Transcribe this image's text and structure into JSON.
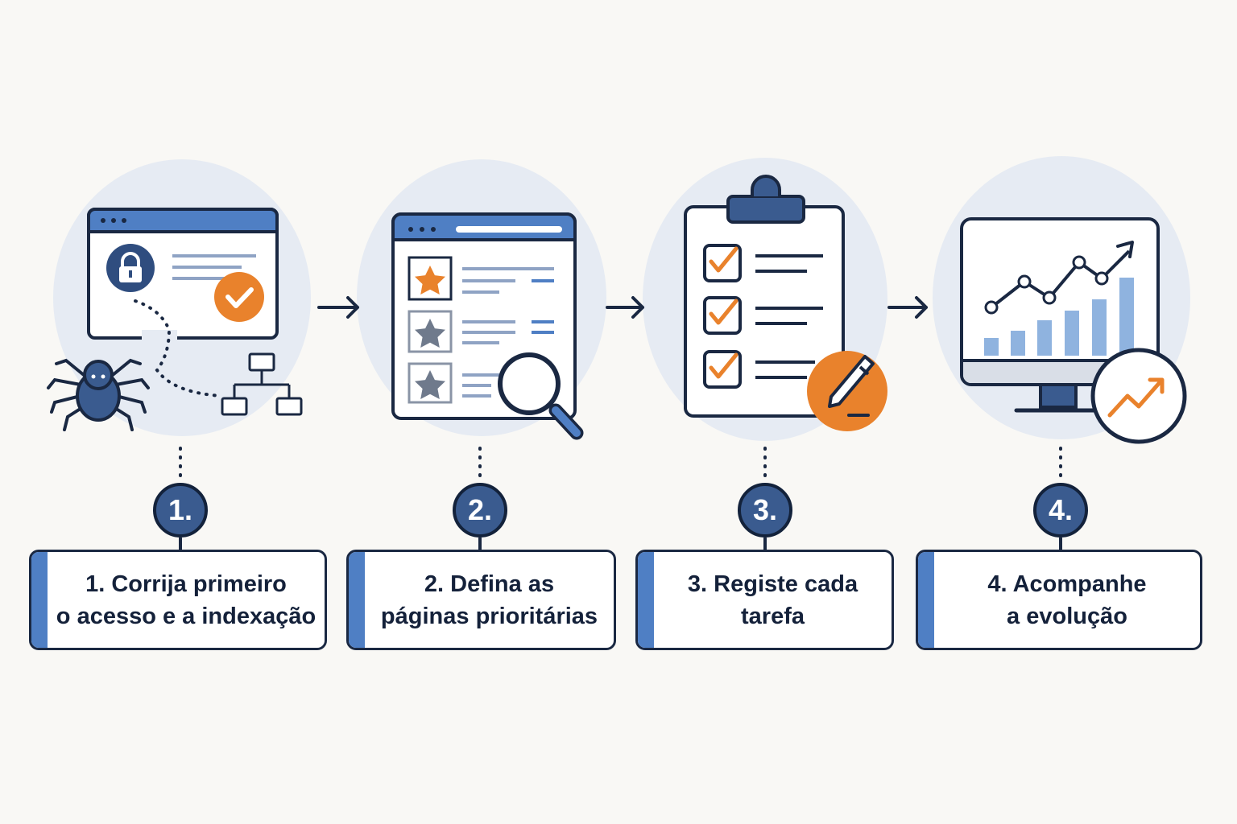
{
  "steps": [
    {
      "number": "1.",
      "line1": "1. Corrija primeiro",
      "line2": "o acesso e a indexação"
    },
    {
      "number": "2.",
      "line1": "2. Defina as",
      "line2": "páginas prioritárias"
    },
    {
      "number": "3.",
      "line1": "3. Registe cada",
      "line2": "tarefa"
    },
    {
      "number": "4.",
      "line1": "4. Acompanhe",
      "line2": "a evolução"
    }
  ],
  "colors": {
    "navy": "#1a2842",
    "blue": "#4f7fc4",
    "light_blue": "#8fb3df",
    "orange": "#e9822c",
    "halo": "#e6ebf3",
    "background": "#f9f8f5"
  },
  "icons": [
    "spider-icon",
    "lock-icon",
    "check-icon",
    "sitemap-icon",
    "star-icon",
    "magnifier-icon",
    "clipboard-icon",
    "pencil-icon",
    "monitor-icon",
    "trend-up-icon",
    "arrow-right-icon"
  ]
}
